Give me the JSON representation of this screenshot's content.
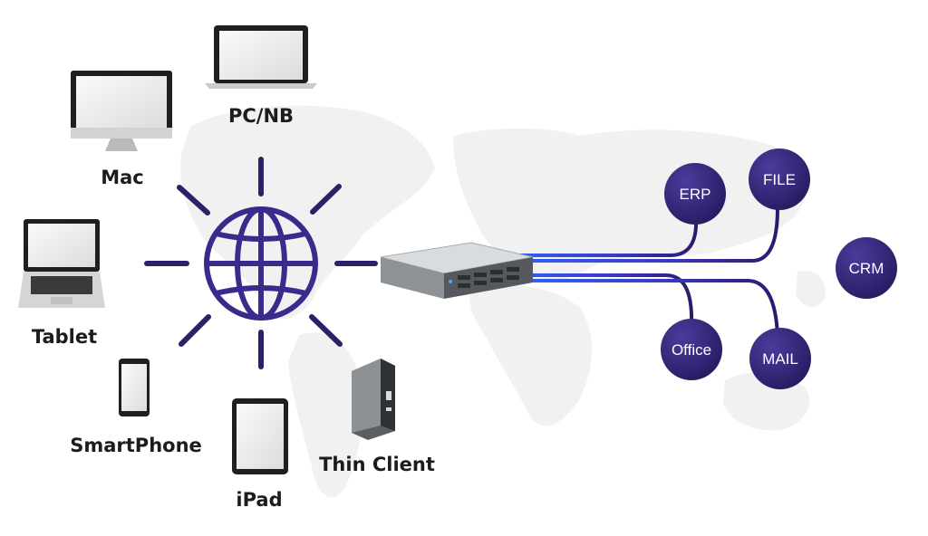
{
  "devices": {
    "pc_nb": "PC/NB",
    "mac": "Mac",
    "tablet": "Tablet",
    "smartphone": "SmartPhone",
    "ipad": "iPad",
    "thin_client": "Thin Client"
  },
  "services": {
    "erp": "ERP",
    "file": "FILE",
    "crm": "CRM",
    "office": "Office",
    "mail": "MAIL"
  },
  "colors": {
    "accent": "#3b2a8a",
    "line_start": "#2c6bff",
    "line_end": "#2a1a6e",
    "service_fill": "#2e2470",
    "map": "#f1f1f1"
  },
  "icons": [
    "globe-icon",
    "server-icon",
    "laptop-icon",
    "monitor-icon",
    "phone-icon",
    "tablet-icon",
    "thin-client-icon"
  ]
}
